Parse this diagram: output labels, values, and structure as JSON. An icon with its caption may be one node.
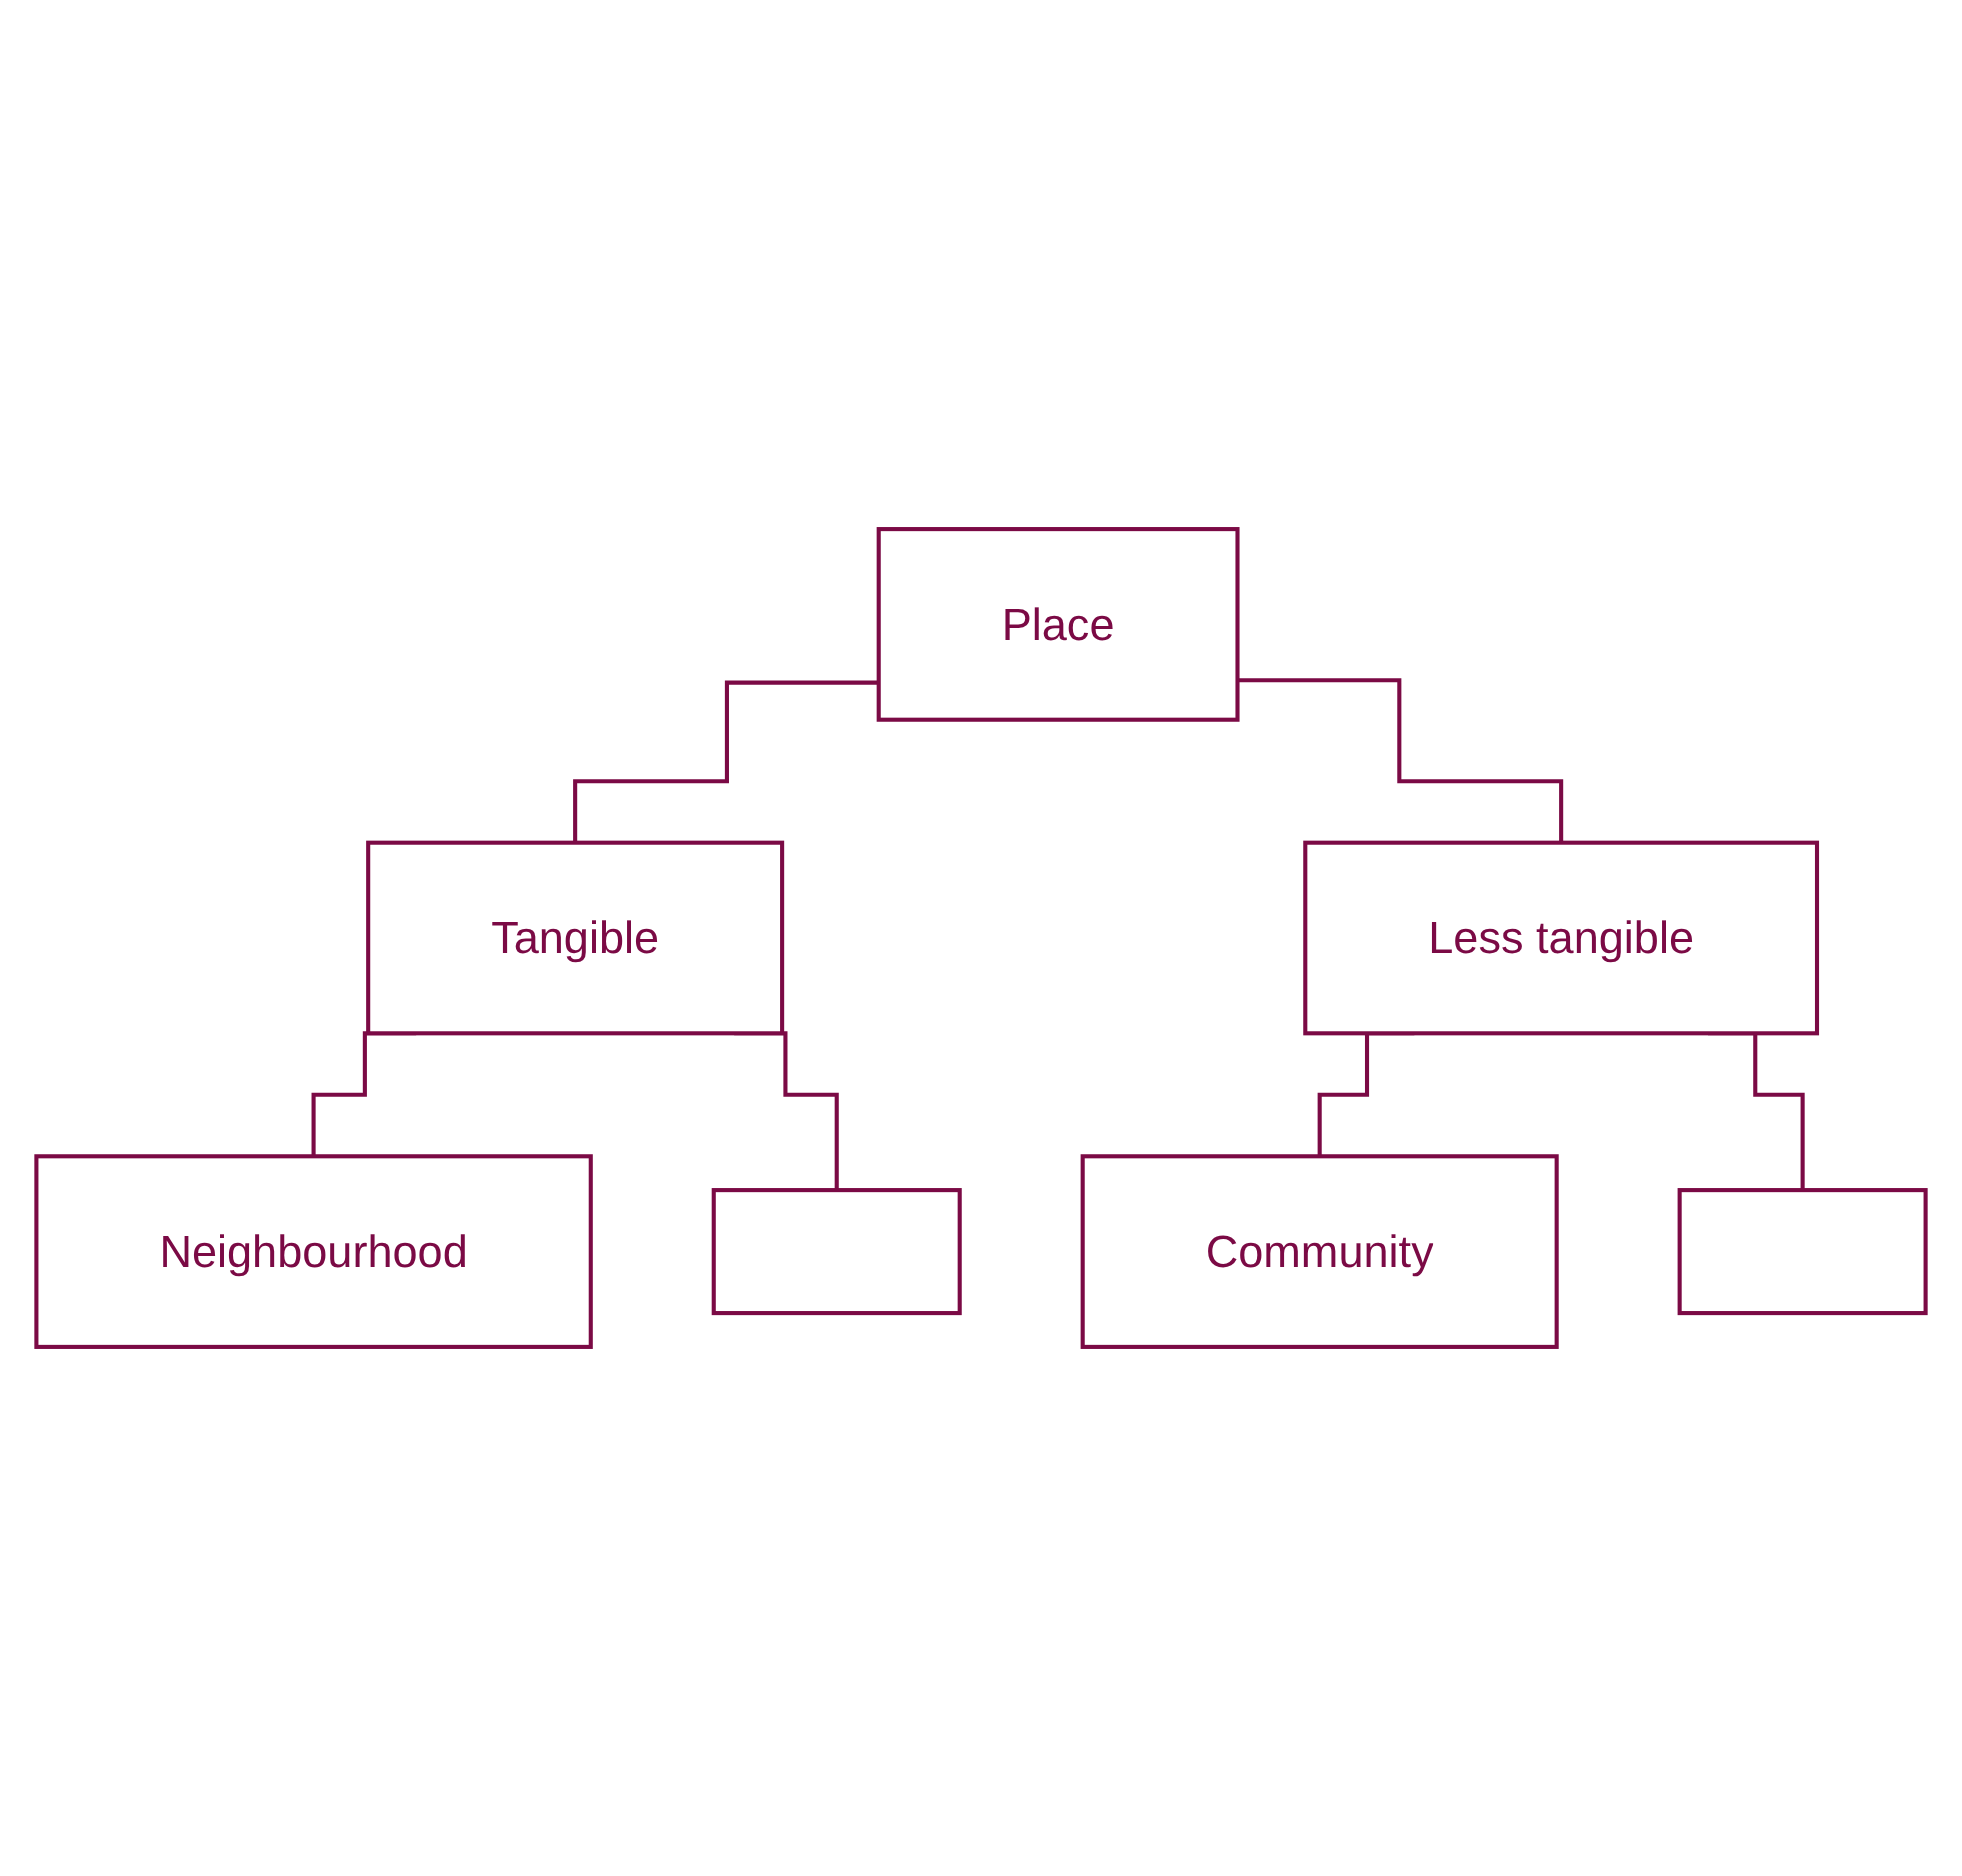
{
  "diagram": {
    "nodes": [
      {
        "text": [
          "Place"
        ]
      },
      {
        "text": [
          "Tangible"
        ]
      },
      {
        "text": [
          "Less tangible"
        ]
      },
      {
        "text": [
          "Neighbourhood"
        ]
      },
      {
        "text": [],
        "shape": "box"
      },
      {
        "text": [
          "Community"
        ]
      },
      {
        "text": [],
        "shape": "box"
      }
    ],
    "edges": [
      {
        "from": 0,
        "to": 1,
        "arrow": "none"
      },
      {
        "from": 0,
        "to": 2,
        "arrow": "none"
      },
      {
        "from": 1,
        "to": 3,
        "arrow": "none"
      },
      {
        "from": 1,
        "to": 4,
        "arrow": "none"
      },
      {
        "from": 2,
        "to": 5,
        "arrow": "none"
      },
      {
        "from": 2,
        "to": 6,
        "arrow": "none"
      }
    ]
  }
}
